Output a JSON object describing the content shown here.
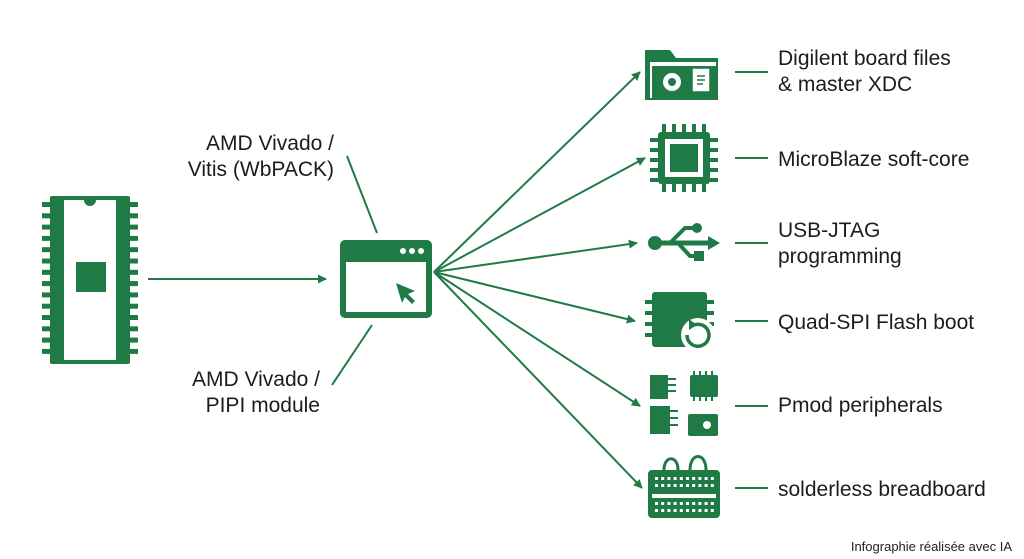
{
  "palette": {
    "accent": "#1f7a45",
    "text": "#1c1c1c",
    "background": "#ffffff"
  },
  "left_labels": {
    "upper": [
      "AMD Vivado /",
      "Vitis (WbPACK)"
    ],
    "lower": [
      "AMD Vivado /",
      "PIPI module"
    ]
  },
  "nodes": [
    {
      "icon": "folder-settings-icon",
      "lines": [
        "Digilent board files",
        "& master XDC"
      ]
    },
    {
      "icon": "cpu-chip-icon",
      "lines": [
        "MicroBlaze soft-core"
      ]
    },
    {
      "icon": "usb-icon",
      "lines": [
        "USB-JTAG",
        "programming"
      ]
    },
    {
      "icon": "flash-chip-icon",
      "lines": [
        "Quad-SPI Flash boot"
      ]
    },
    {
      "icon": "pmod-modules-icon",
      "lines": [
        "Pmod peripherals"
      ]
    },
    {
      "icon": "breadboard-icon",
      "lines": [
        "solderless breadboard"
      ]
    }
  ],
  "source_icon": "fpga-board-icon",
  "hub_icon": "software-window-icon",
  "footer": "Infographie réalisée avec IA"
}
